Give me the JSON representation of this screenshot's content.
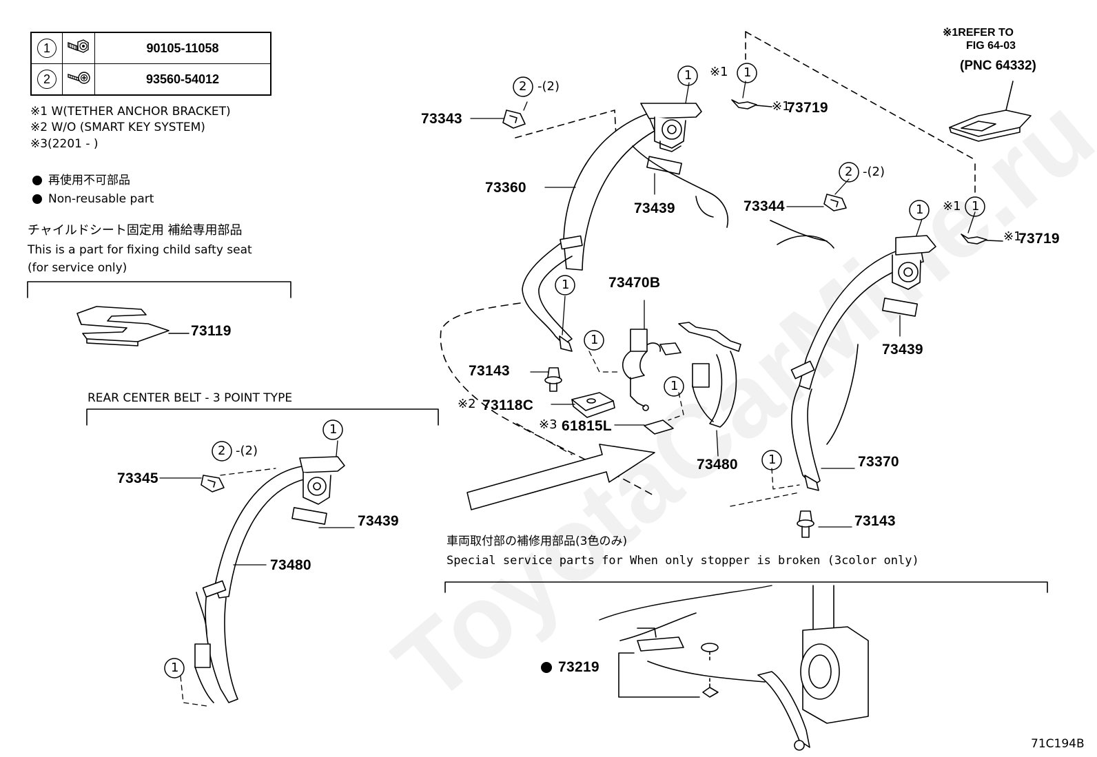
{
  "fastener_table": [
    {
      "ref": "1",
      "icon": "bolt-icon",
      "part_no": "90105-11058"
    },
    {
      "ref": "2",
      "icon": "screw-icon",
      "part_no": "93560-54012"
    }
  ],
  "notes": {
    "n1": "※1 W(TETHER ANCHOR BRACKET)",
    "n2": "※2 W/O (SMART KEY SYSTEM)",
    "n3": "※3(2201 -     )"
  },
  "legend": {
    "jp": "再使用不可部品",
    "en": "Non-reusable part"
  },
  "child_seat": {
    "jp": "チャイルドシート固定用  補給専用部品",
    "en1": "This is a part for fixing child safty seat",
    "en2": "(for service only)"
  },
  "rear_center_title": "REAR CENTER BELT - 3 POINT TYPE",
  "special_service": {
    "jp": "車両取付部の補修用部品(3色のみ)",
    "en": "Special  service  parts  for  When  only  stopper  is  broken  (3color  only)"
  },
  "refer": {
    "l1": "※1REFER TO",
    "l2": "FIG 64-03",
    "l3": "(PNC 64332)"
  },
  "parts": {
    "p73343": "73343",
    "p73360": "73360",
    "p73439a": "73439",
    "p73344": "73344",
    "p73719a": "73719",
    "p73719b": "73719",
    "p73470B": "73470B",
    "p73143a": "73143",
    "p73118C": "73118C",
    "p61815L": "61815L",
    "p73480a": "73480",
    "p73439b": "73439",
    "p73370": "73370",
    "p73143b": "73143",
    "p73119": "73119",
    "p73345": "73345",
    "p73439c": "73439",
    "p73480b": "73480",
    "p73219": "73219"
  },
  "marks": {
    "x1": "※1",
    "x2": "※2",
    "x3": "※3",
    "c1": "1",
    "c2": "2",
    "sub2": "-(2)"
  },
  "figure_code": "71C194B",
  "watermark": "ToyotaCarMine.ru"
}
